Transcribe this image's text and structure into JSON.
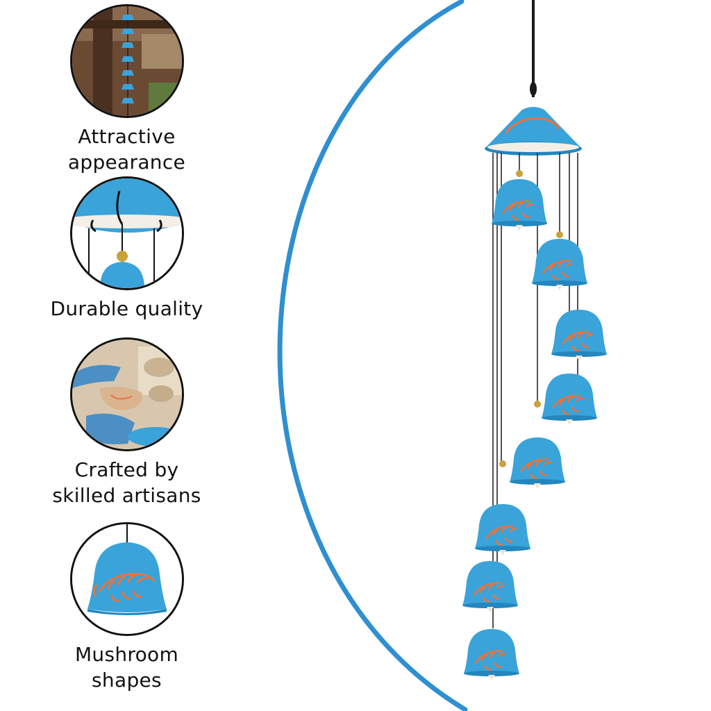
{
  "colors": {
    "ceramic_blue": "#3aa3d9",
    "ceramic_dark": "#2386bf",
    "pattern_orange": "#e8733d",
    "arc_blue": "#2f8fd0",
    "cord": "#1a1a1a",
    "bead_gold": "#c9a23c"
  },
  "features": [
    {
      "line1": "Attractive",
      "line2": "appearance",
      "icon": "pergola-photo"
    },
    {
      "line1": "Durable quality",
      "line2": "",
      "icon": "hook-closeup-photo"
    },
    {
      "line1": "Crafted by",
      "line2": "skilled artisans",
      "icon": "artisan-hands-photo"
    },
    {
      "line1": "Mushroom",
      "line2": "shapes",
      "icon": "bell-closeup-photo"
    }
  ]
}
